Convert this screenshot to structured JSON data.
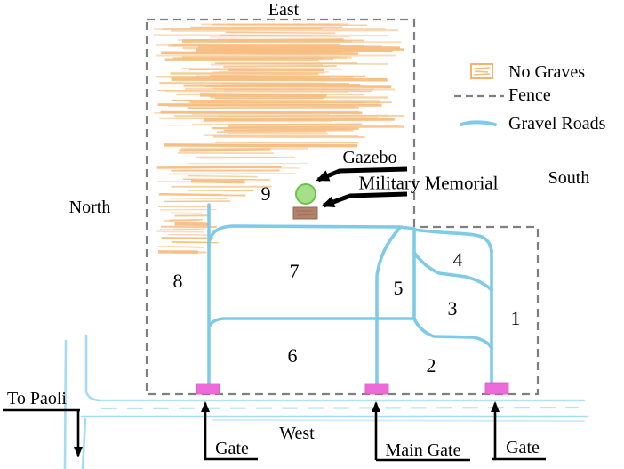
{
  "map_labels": {
    "east": "East",
    "north": "North",
    "south": "South",
    "west": "West",
    "to_paoli": "To Paoli",
    "gazebo": "Gazebo",
    "military_memorial": "Military Memorial"
  },
  "legend": {
    "no_graves": "No Graves",
    "fence": "Fence",
    "gravel_roads": "Gravel Roads"
  },
  "sections": {
    "1": "1",
    "2": "2",
    "3": "3",
    "4": "4",
    "5": "5",
    "6": "6",
    "7": "7",
    "8": "8",
    "9": "9"
  },
  "gates": {
    "left": "Gate",
    "main": "Main Gate",
    "right": "Gate"
  },
  "colors": {
    "no_graves": "#F6BE82",
    "fence": "#7F7F7F",
    "road": "#7ECBE8",
    "road_light": "#9AD8EF",
    "gate": "#EE6AD8",
    "gazebo_fill": "#A6DF8A",
    "gazebo_stroke": "#6CC24E",
    "memorial_fill": "#B2826B",
    "memorial_stroke": "#96674F",
    "ink": "#000000"
  }
}
